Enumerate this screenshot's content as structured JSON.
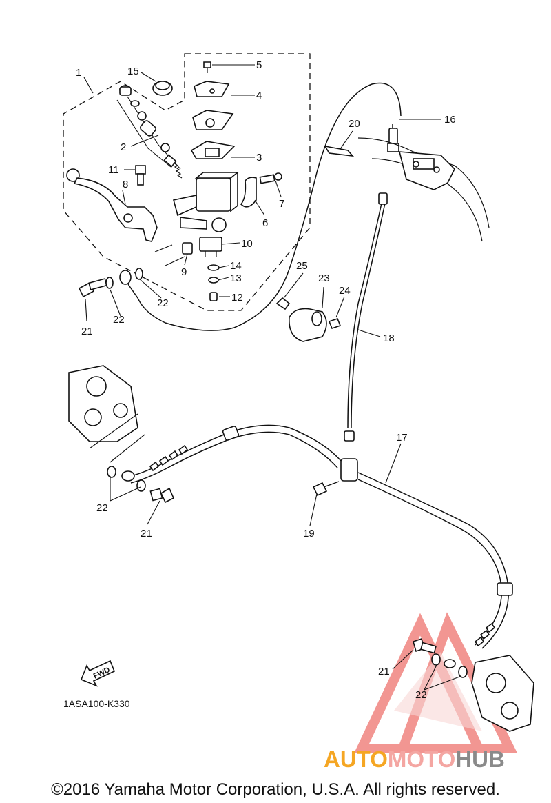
{
  "callouts": [
    "1",
    "2",
    "3",
    "4",
    "5",
    "6",
    "7",
    "8",
    "9",
    "10",
    "11",
    "12",
    "13",
    "14",
    "15",
    "16",
    "17",
    "18",
    "19",
    "20",
    "21",
    "22",
    "22",
    "21",
    "22",
    "21",
    "22",
    "23",
    "24",
    "25"
  ],
  "fwd_label": "FWD",
  "diagram_code": "1ASA100-K330",
  "copyright": "©2016 Yamaha Motor Corporation, U.S.A. All rights reserved.",
  "watermark": {
    "part1": "AUTO",
    "part2": "MOTO",
    "part3": "HUB"
  },
  "colors": {
    "watermark_orange": "#f5a623",
    "watermark_pink": "#f4a6a2",
    "watermark_gray": "#8a8a8a",
    "watermark_triangle": "#e8413a"
  }
}
